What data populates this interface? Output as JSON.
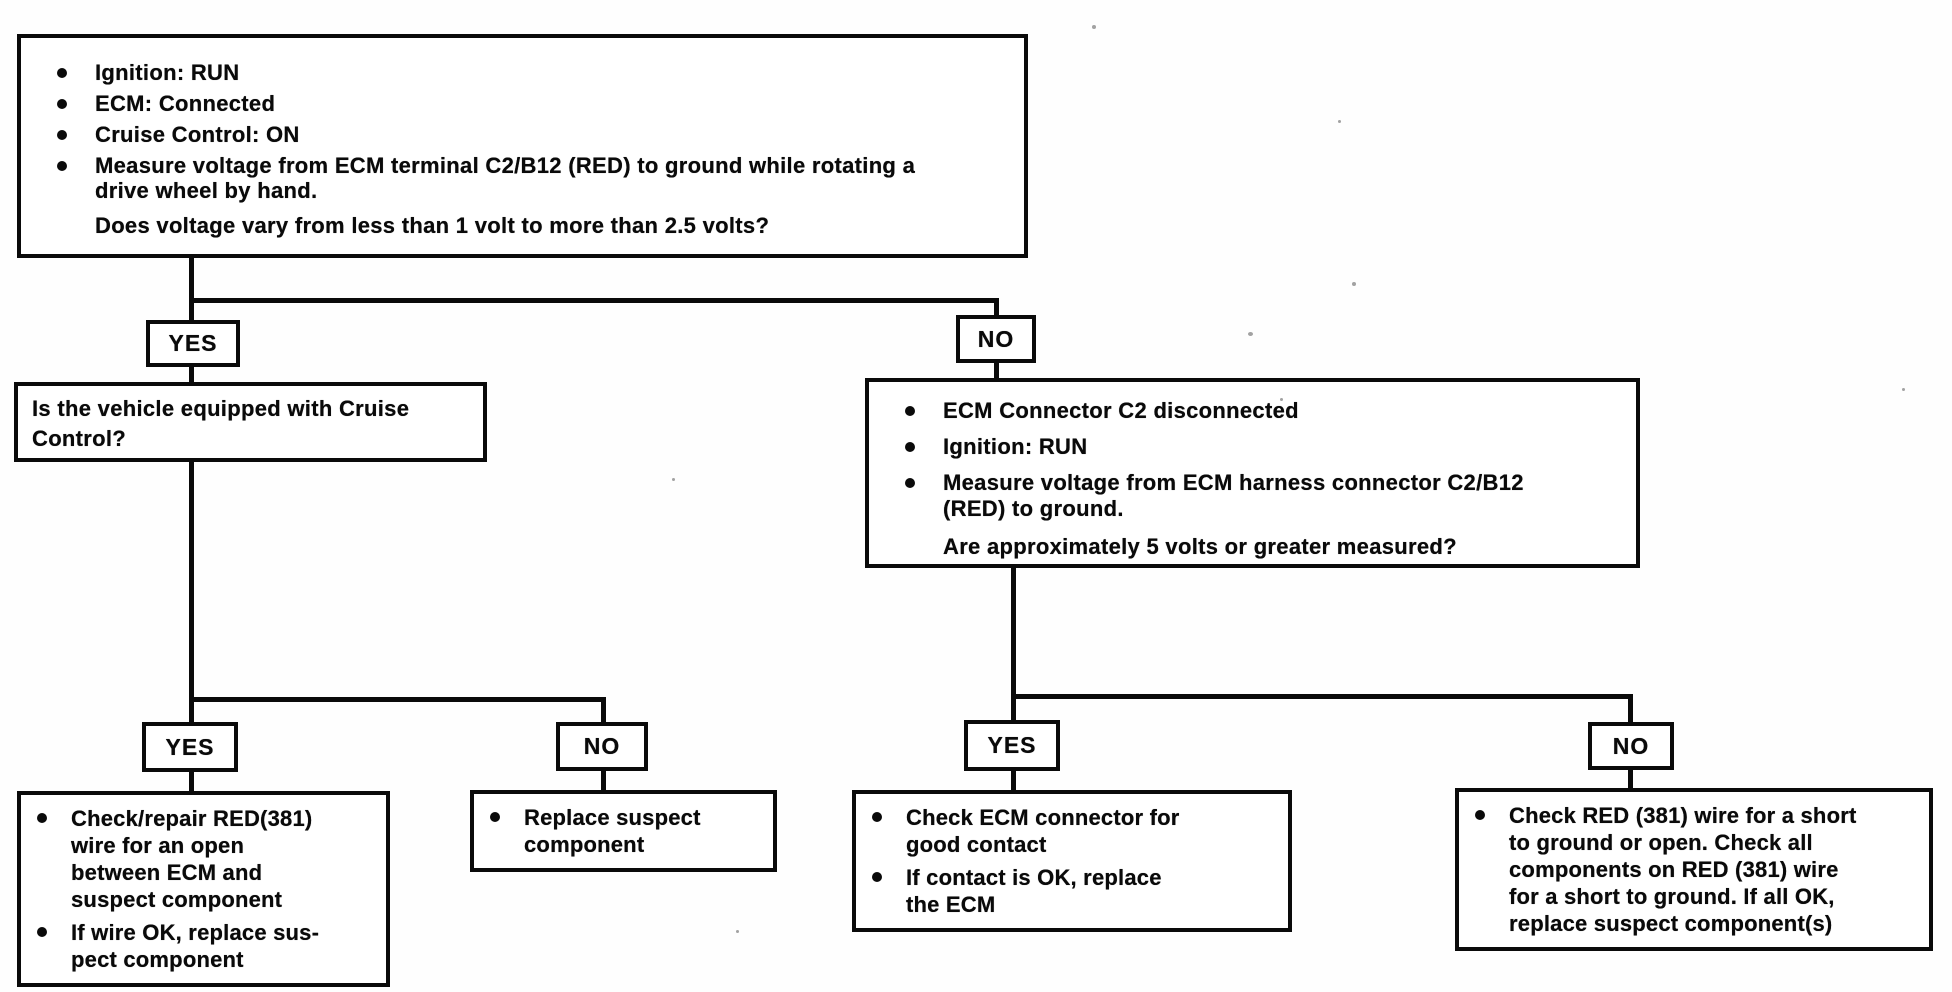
{
  "flowchart": {
    "start": {
      "bullets": [
        "Ignition: RUN",
        "ECM: Connected",
        "Cruise Control: ON",
        "Measure voltage from ECM terminal C2/B12 (RED) to ground while rotating a\ndrive wheel by hand."
      ],
      "question": "Does voltage vary from less than 1 volt to more than 2.5 volts?"
    },
    "branch1": {
      "yes": "YES",
      "no": "NO"
    },
    "yes_path": {
      "question_box": "Is the vehicle equipped with Cruise\nControl?",
      "branch": {
        "yes": "YES",
        "no": "NO"
      },
      "yes_result": {
        "bullets": [
          "Check/repair RED(381)\nwire for an open\nbetween ECM and\nsuspect component",
          "If wire OK, replace sus-\npect component"
        ]
      },
      "no_result": {
        "bullets": [
          "Replace suspect\ncomponent"
        ]
      }
    },
    "no_path": {
      "check_box": {
        "bullets": [
          "ECM Connector C2 disconnected",
          "Ignition: RUN",
          "Measure voltage from ECM harness connector C2/B12\n(RED) to ground."
        ],
        "question": "Are approximately 5 volts or greater measured?"
      },
      "branch": {
        "yes": "YES",
        "no": "NO"
      },
      "yes_result": {
        "bullets": [
          "Check ECM connector for\ngood contact",
          "If contact is OK, replace\nthe ECM"
        ]
      },
      "no_result": {
        "bullets": [
          "Check RED (381) wire for a short\nto ground or open. Check all\ncomponents on RED (381) wire\nfor a short to ground. If all OK,\nreplace suspect component(s)"
        ]
      }
    }
  }
}
